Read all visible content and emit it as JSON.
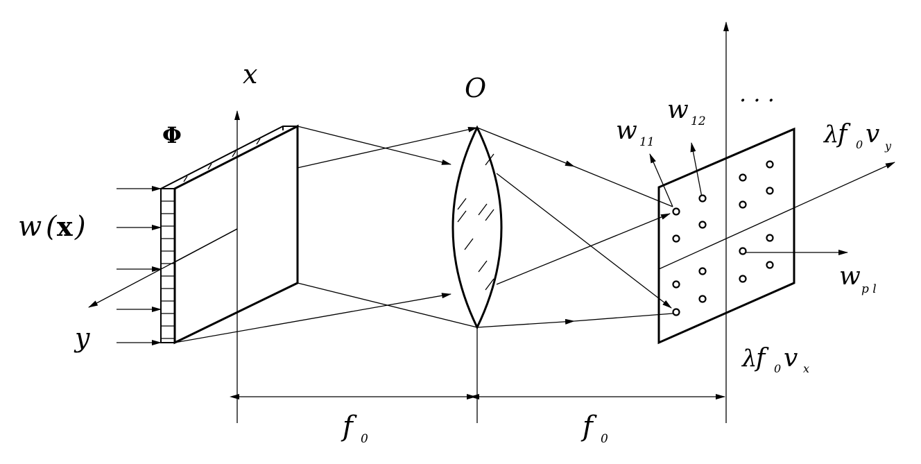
{
  "labels": {
    "x_axis": "x",
    "y_axis": "y",
    "phi": "Φ",
    "input_main": "w",
    "input_paren_open": "(",
    "input_bold": "x",
    "input_paren_close": ")",
    "lens_center": "O",
    "ellipsis": ". . .",
    "w11_main": "w",
    "w11_sub": "11",
    "w12_main": "w",
    "w12_sub": "12",
    "wpl_main": "w",
    "wpl_sub": "p l",
    "lfy_lambda": "λ",
    "lfy_f": "f",
    "lfy_sub0": "0",
    "lfy_v": "v",
    "lfy_suby": "y",
    "lfx_lambda": "λ",
    "lfx_f": "f",
    "lfx_sub0": "0",
    "lfx_v": "v",
    "lfx_subx": "x",
    "f0_left_main": "f",
    "f0_left_sub": "0",
    "f0_right_main": "f",
    "f0_right_sub": "0"
  }
}
